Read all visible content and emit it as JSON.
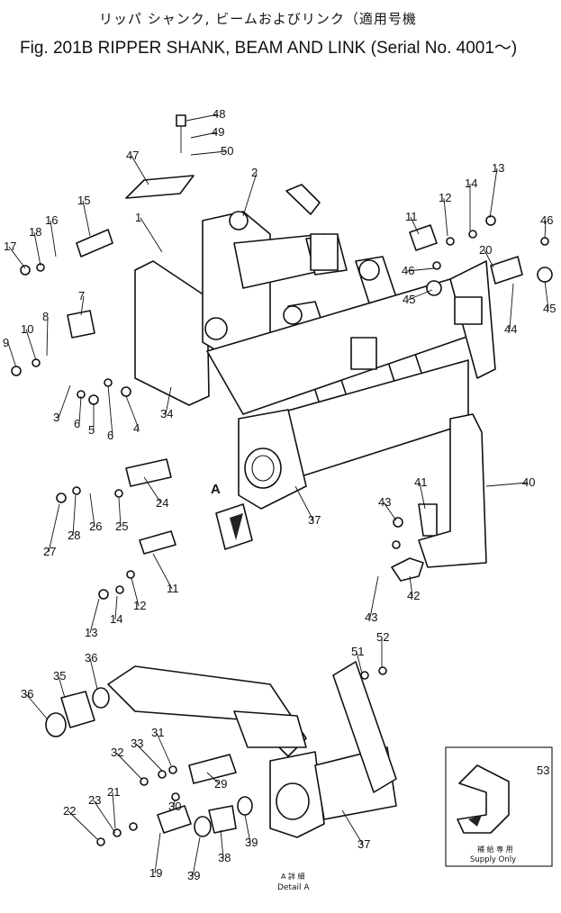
{
  "title": {
    "japanese": "リッパ シャンク, ビームおよびリンク（適用号機",
    "english": "Fig. 201B  RIPPER SHANK, BEAM AND LINK (Serial No. 4001～)"
  },
  "detail": {
    "label_jp": "A 詳 細",
    "label_en": "Detail  A",
    "view_marker": "A"
  },
  "inset": {
    "caption_jp": "補 給 専 用",
    "caption_en": "Supply Only",
    "part": "53"
  },
  "callouts": [
    "48",
    "49",
    "50",
    "47",
    "2",
    "1",
    "15",
    "16",
    "18",
    "17",
    "7",
    "8",
    "10",
    "9",
    "3",
    "6",
    "5",
    "6",
    "4",
    "34",
    "11",
    "12",
    "14",
    "13",
    "46",
    "20",
    "46",
    "45",
    "44",
    "45",
    "24",
    "37",
    "41",
    "43",
    "40",
    "27",
    "28",
    "26",
    "25",
    "11",
    "12",
    "14",
    "13",
    "43",
    "42",
    "36",
    "35",
    "36",
    "33",
    "31",
    "32",
    "29",
    "30",
    "21",
    "23",
    "22",
    "19",
    "39",
    "38",
    "39",
    "51",
    "52",
    "37"
  ]
}
